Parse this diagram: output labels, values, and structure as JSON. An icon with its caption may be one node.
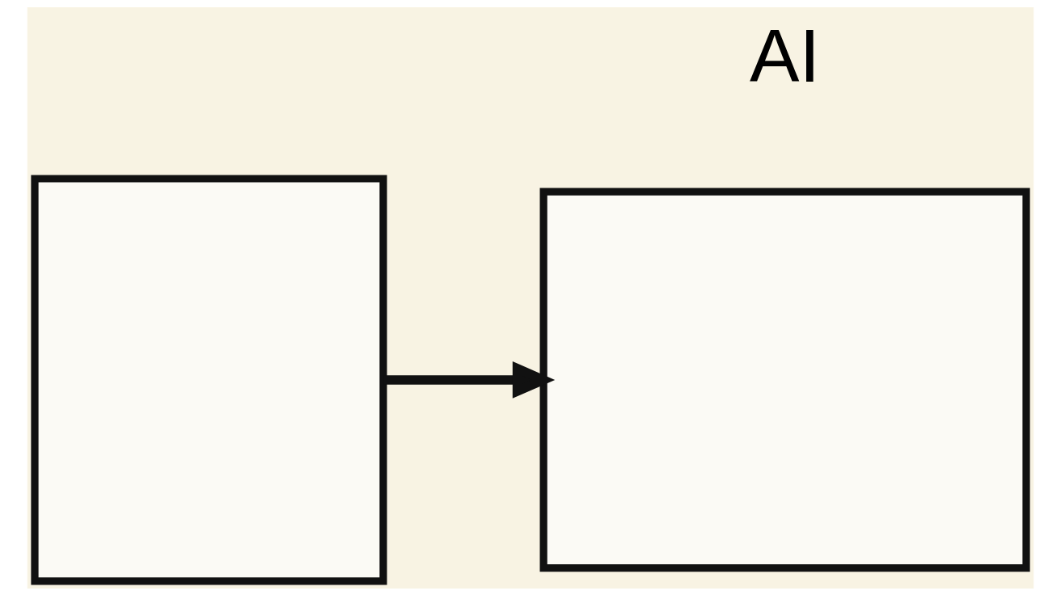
{
  "diagram": {
    "nodes": [
      {
        "text": [],
        "shape": "box"
      },
      {
        "text": [],
        "shape": "box"
      }
    ],
    "edges": [
      {
        "from": 0,
        "to": 1,
        "arrow": "to"
      }
    ],
    "labels": [
      "AI"
    ]
  }
}
